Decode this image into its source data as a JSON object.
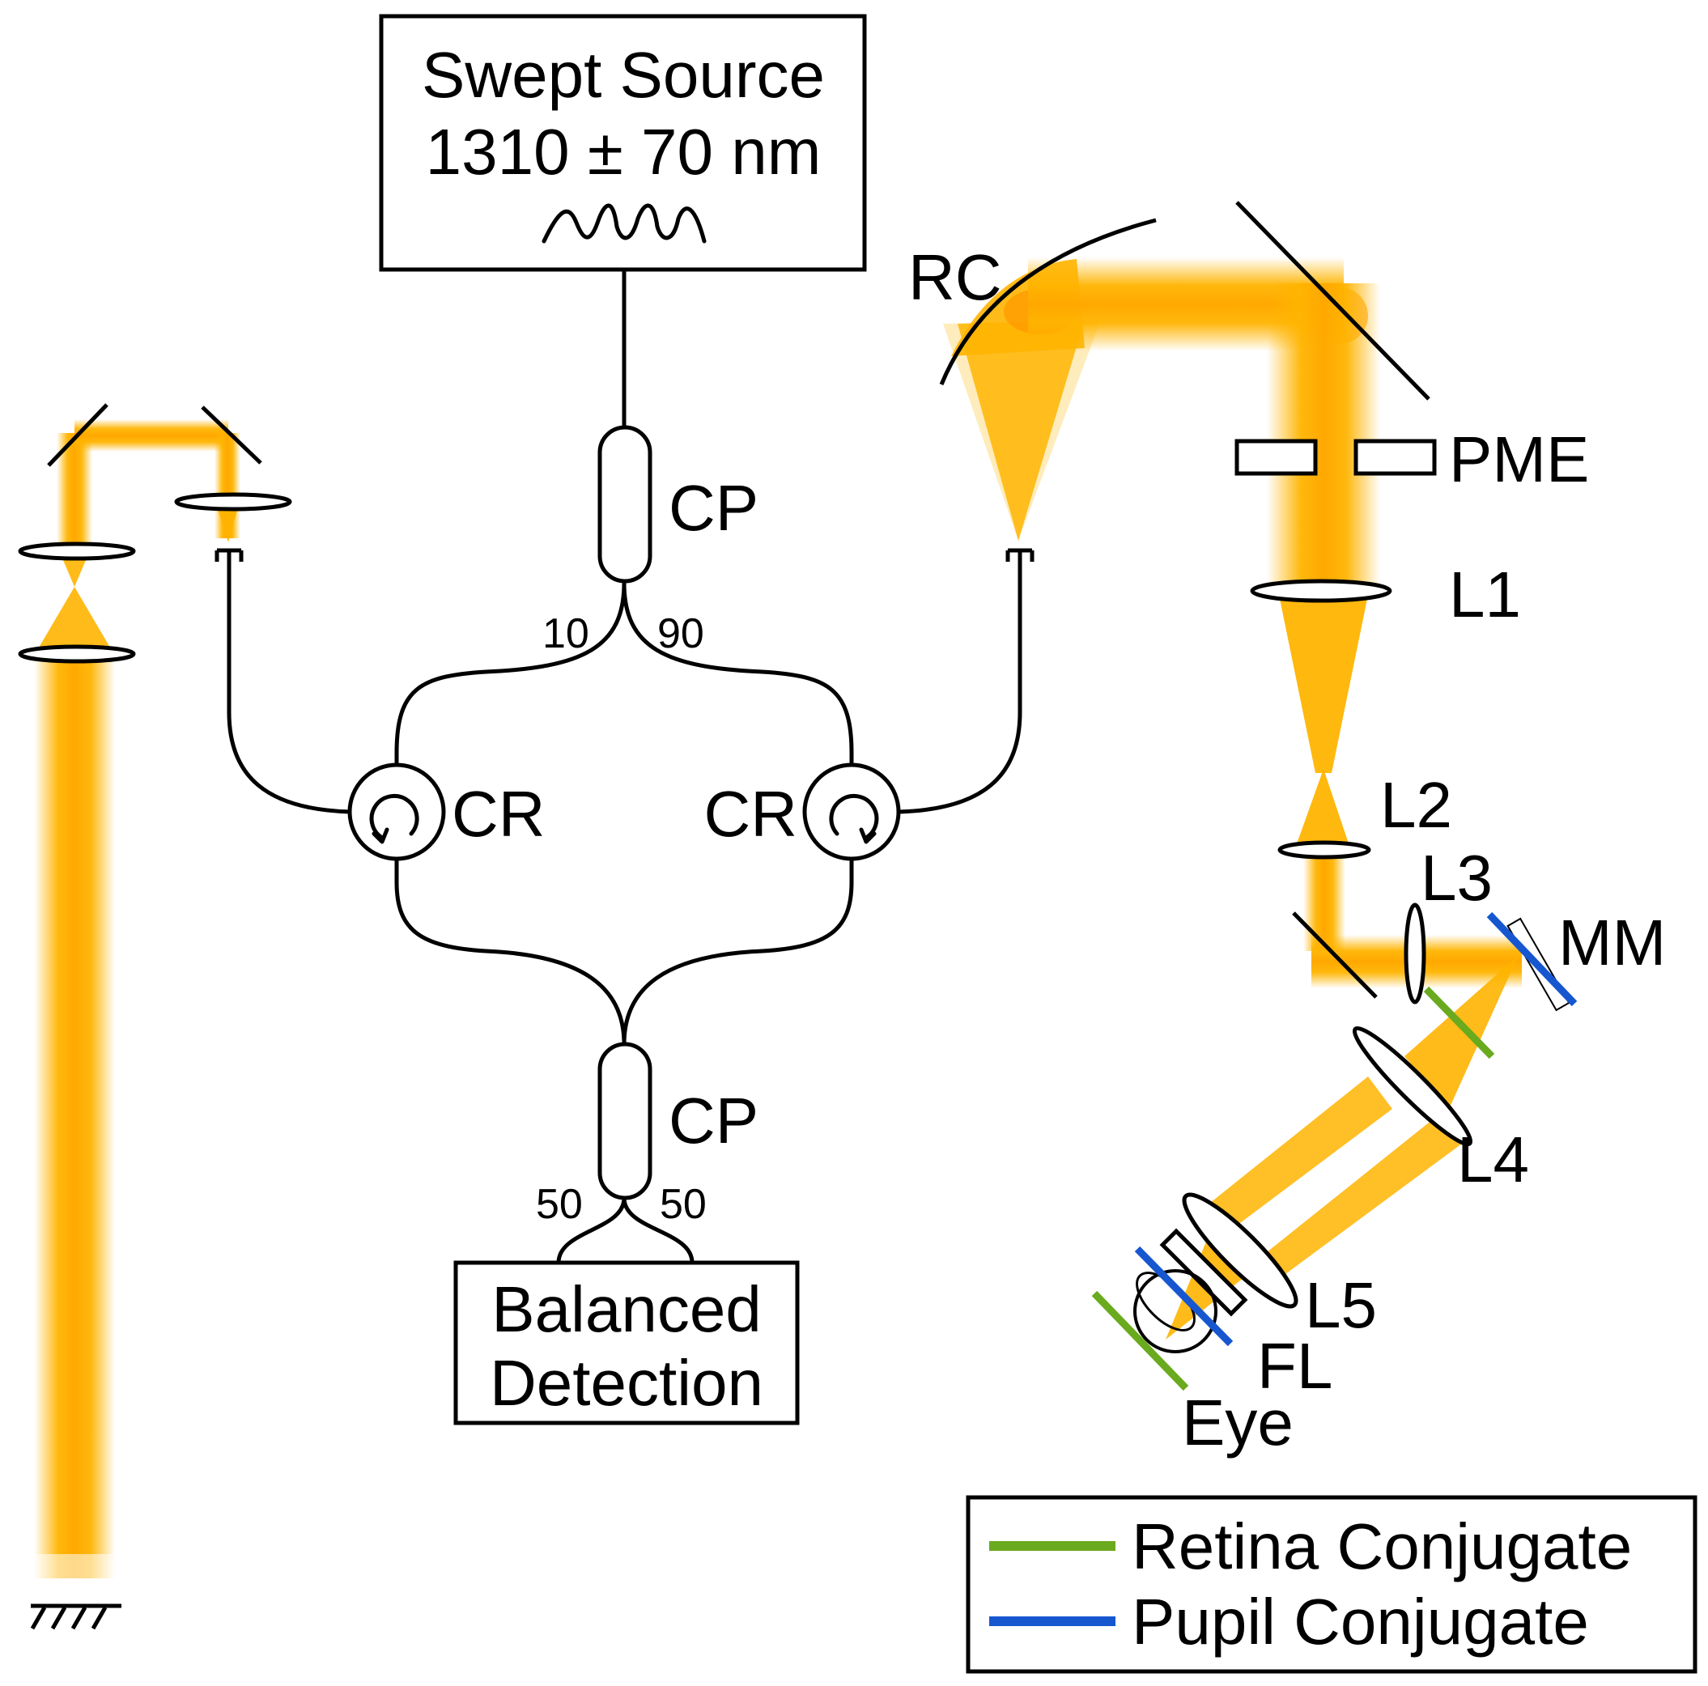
{
  "source": {
    "title": "Swept Source",
    "spec": "1310 ± 70 nm"
  },
  "couplers": {
    "top": {
      "label": "CP",
      "ratio_left": "10",
      "ratio_right": "90"
    },
    "bottom": {
      "label": "CP",
      "ratio_left": "50",
      "ratio_right": "50"
    }
  },
  "circulators": {
    "left": "CR",
    "right": "CR"
  },
  "detector": {
    "line1": "Balanced",
    "line2": "Detection"
  },
  "sample_arm": {
    "rc": "RC",
    "pme": "PME",
    "l1": "L1",
    "l2": "L2",
    "l3": "L3",
    "mm": "MM",
    "l4": "L4",
    "l5": "L5",
    "fl": "FL",
    "eye": "Eye"
  },
  "legend": [
    {
      "label": "Retina Conjugate",
      "color": "#6aaa1e"
    },
    {
      "label": "Pupil Conjugate",
      "color": "#1657d0"
    }
  ],
  "colors": {
    "beam": "#ffb400",
    "beam_dark": "#ff9a00"
  }
}
